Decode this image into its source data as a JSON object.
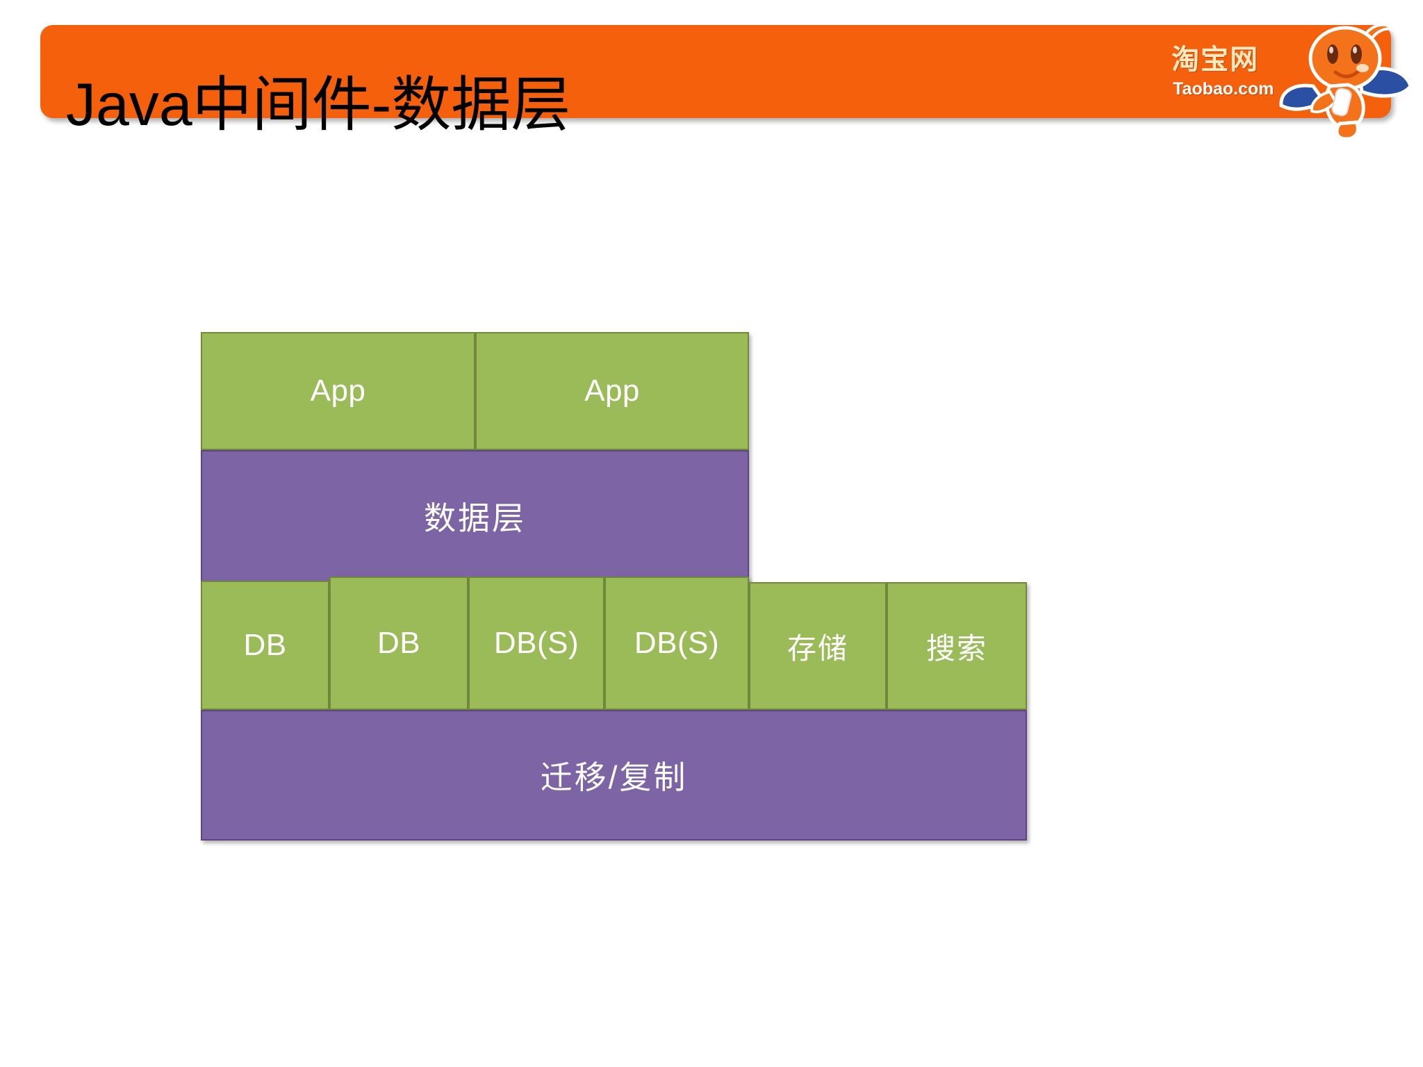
{
  "slide": {
    "title": "Java中间件-数据层",
    "background_color": "#FFFFFF"
  },
  "banner": {
    "color": "#F4600C"
  },
  "logo": {
    "brand_cn": "淘宝网",
    "brand_en": "Taobao.com",
    "mascot_name": "taobao-mascot-icon",
    "plate_color": "#F4600C",
    "text_color_cn": "#FFE9C0",
    "text_color_en": "#FFFFFF"
  },
  "colors": {
    "green_fill": "#9BBB59",
    "green_border": "#71893B",
    "purple_fill": "#7D64A5",
    "purple_border": "#5C4580",
    "orange": "#F4600C",
    "label_text": "#FFFFFF",
    "title_text": "#000000"
  },
  "diagram": {
    "app_row": [
      {
        "label": "App",
        "kind": "green"
      },
      {
        "label": "App",
        "kind": "green"
      }
    ],
    "data_layer": {
      "label": "数据层",
      "kind": "purple"
    },
    "storage_row": [
      {
        "label": "DB",
        "kind": "green"
      },
      {
        "label": "DB",
        "kind": "green"
      },
      {
        "label": "DB(S)",
        "kind": "green"
      },
      {
        "label": "DB(S)",
        "kind": "green"
      },
      {
        "label": "存储",
        "kind": "green"
      },
      {
        "label": "搜索",
        "kind": "green"
      }
    ],
    "bottom_bar": {
      "label": "迁移/复制",
      "kind": "purple"
    }
  }
}
